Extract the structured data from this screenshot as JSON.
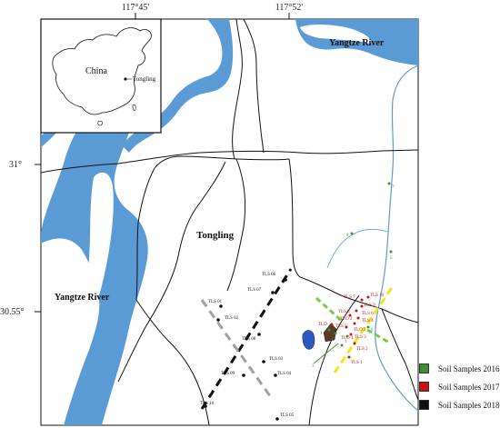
{
  "coords": {
    "top": [
      "117°45'",
      "117°52'"
    ],
    "left": [
      "31°",
      "30.55°"
    ]
  },
  "labels": {
    "tongling": "Tongling",
    "yangtze_top": "Yangtze River",
    "yangtze_left": "Yangtze River"
  },
  "inset": {
    "country": "China",
    "city": "Tongling"
  },
  "sites": {
    "black": [
      "TLS 06",
      "TLS 07",
      "TLS 01",
      "TLS 02",
      "TLS 08",
      "TLS 03",
      "TLS 04",
      "TLS 09",
      "TLS 10",
      "TLS 05"
    ],
    "red": [
      "TLS 7",
      "TLS 10",
      "TLS 9",
      "TLS 8",
      "TLO 2",
      "TLS 6",
      "TLS 4",
      "TLS 5",
      "TLD",
      "TLS 3",
      "TLS 2",
      "TLS 1",
      "TLO 1",
      "TLO 2"
    ],
    "green": [
      "7",
      "8",
      "5",
      "1",
      "2",
      "3",
      "4",
      "6"
    ]
  },
  "legend": [
    {
      "label": "Soil Samples 2016",
      "color": "#3a8f2e"
    },
    {
      "label": "Soil Samples 2017",
      "color": "#cc1111"
    },
    {
      "label": "Soil Samples 2018",
      "color": "#111111"
    }
  ],
  "colors": {
    "water": "#5b9bd5",
    "road": "#111111",
    "transect_black": "#111111",
    "transect_grey": "#a0a0a0",
    "transect_green": "#7ac943",
    "transect_yellow": "#f2e51f"
  }
}
